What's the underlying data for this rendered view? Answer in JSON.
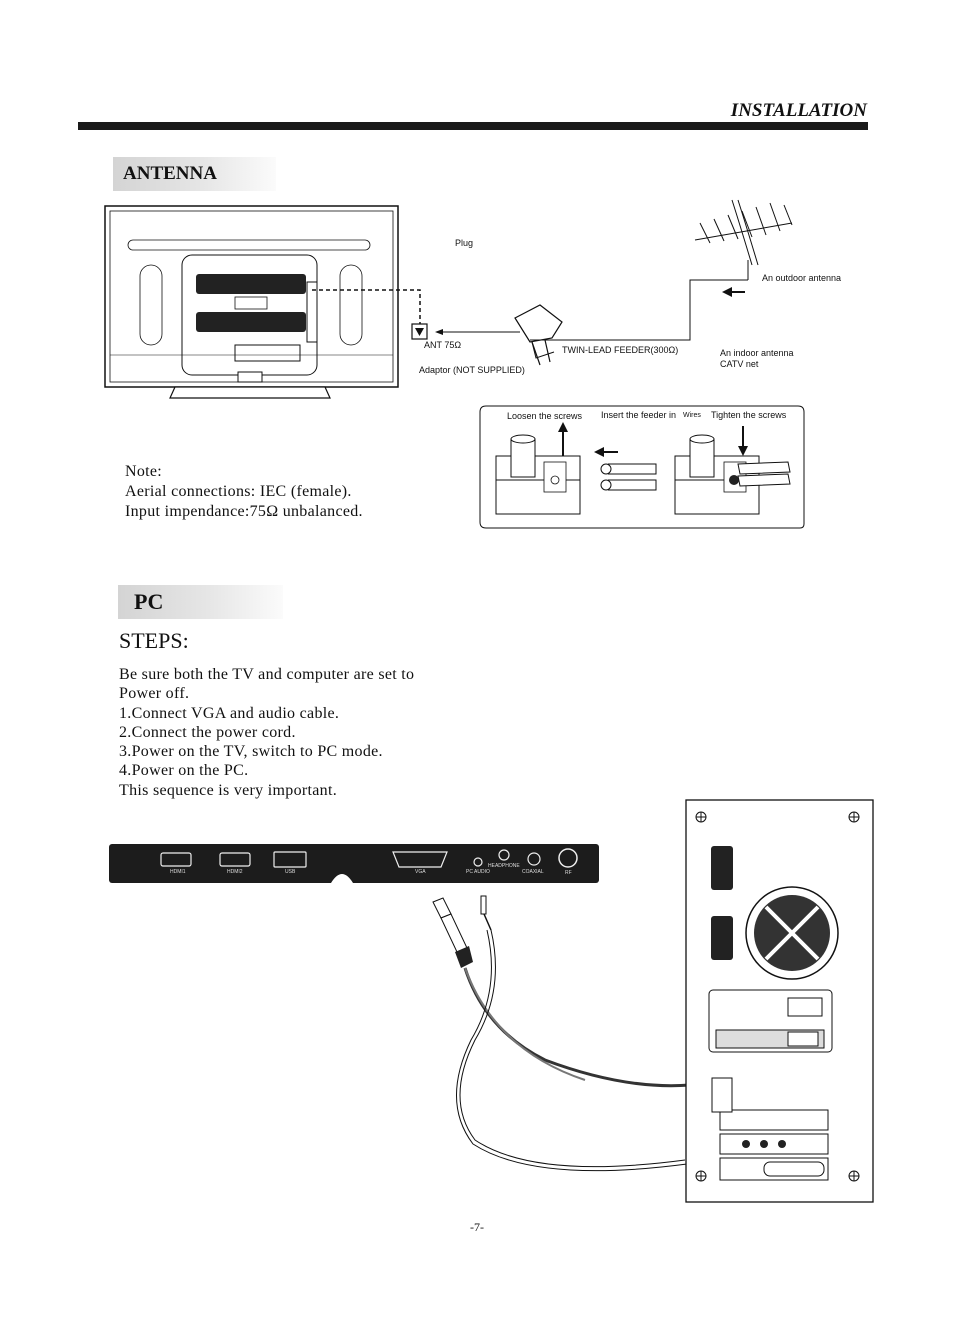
{
  "header": {
    "title": "INSTALLATION"
  },
  "antenna": {
    "section_label": "ANTENNA",
    "diagram": {
      "plug": "Plug",
      "outdoor_antenna": "An outdoor antenna",
      "ant_label": "ANT 75Ω",
      "twin_lead": "TWIN-LEAD FEEDER(300Ω)",
      "indoor_antenna": "An indoor antenna",
      "catv_net": "CATV net",
      "adaptor": "Adaptor  (NOT SUPPLIED)",
      "loosen": "Loosen the screws",
      "insert": "Insert the feeder in",
      "wires": "Wires",
      "tighten": "Tighten the screws"
    },
    "note": {
      "line1": "Note:",
      "line2": "Aerial connections: IEC (female).",
      "line3": "Input impendance:75Ω unbalanced."
    }
  },
  "pc": {
    "section_label": "PC",
    "steps_title": "STEPS:",
    "steps": [
      "Be sure both the TV and computer are set to",
      "Power off.",
      "1.Connect VGA and audio cable.",
      "2.Connect the power cord.",
      "3.Power on the TV, switch  to PC mode.",
      "4.Power on the PC.",
      "This sequence is very important."
    ],
    "ports": {
      "hdmi1": "HDMI1",
      "hdmi2": "HDMI2",
      "usb": "USB",
      "vga": "VGA",
      "pc_audio": "PC AUDIO",
      "headphone": "HEADPHONE",
      "coaxial": "COAXIAL",
      "rf": "RF"
    }
  },
  "footer": {
    "page_number": "-7-"
  }
}
